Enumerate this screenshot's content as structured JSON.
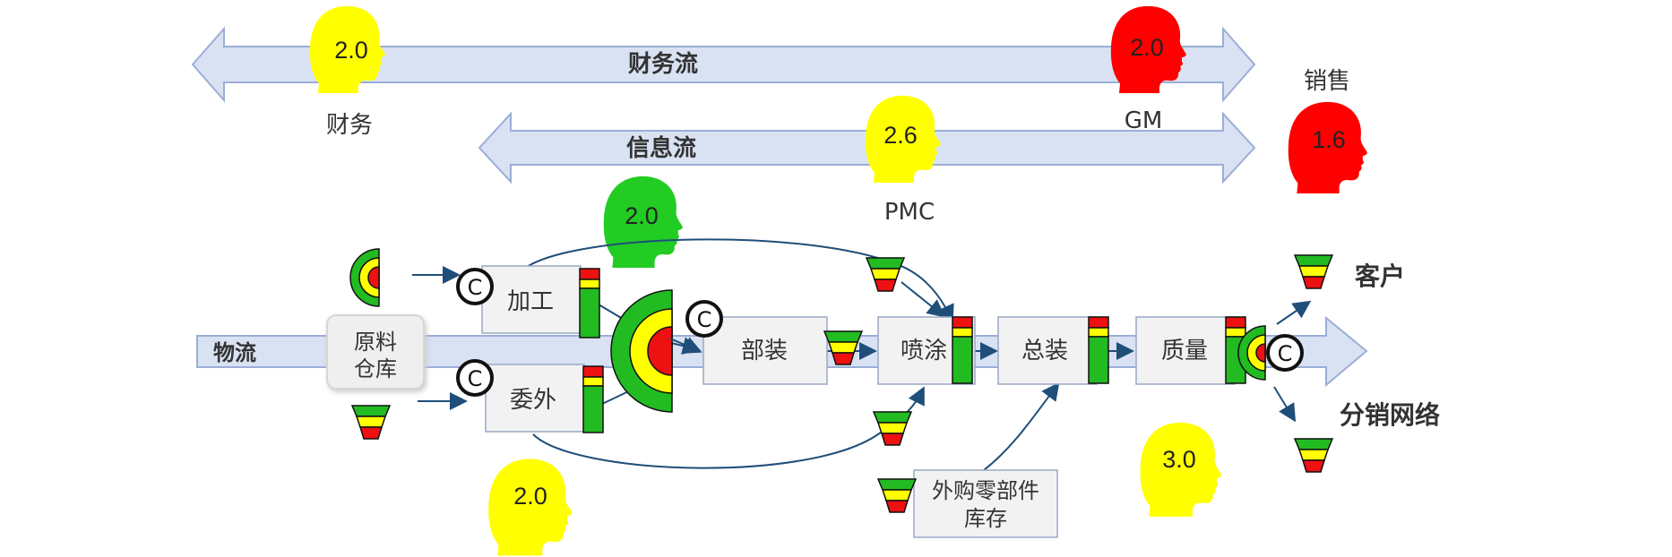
{
  "flows": {
    "finance": "财务流",
    "info": "信息流",
    "material": "物流"
  },
  "heads": [
    {
      "id": "finance",
      "score": "2.0",
      "label": "财务",
      "color": "#ffff00"
    },
    {
      "id": "gm",
      "score": "2.0",
      "label": "GM",
      "color": "#ff0000"
    },
    {
      "id": "sales",
      "score": "1.6",
      "label": "销售",
      "color": "#ff0000"
    },
    {
      "id": "pmc",
      "score": "2.6",
      "label": "PMC",
      "color": "#ffff00"
    },
    {
      "id": "machining",
      "score": "2.0",
      "label": "",
      "color": "#22cc22"
    },
    {
      "id": "outsource",
      "score": "2.0",
      "label": "",
      "color": "#ffff00"
    },
    {
      "id": "quality",
      "score": "3.0",
      "label": "",
      "color": "#ffff00"
    }
  ],
  "process": {
    "raw_warehouse": "原料\n仓库",
    "raw_line1": "原料",
    "raw_line2": "仓库",
    "machining": "加工",
    "outsource": "委外",
    "subassembly": "部装",
    "painting": "喷涂",
    "final_assembly": "总装",
    "quality": "质量",
    "purchased_line1": "外购零部件",
    "purchased_line2": "库存"
  },
  "outputs": {
    "customer": "客户",
    "distribution": "分销网络"
  },
  "symbols": {
    "control": "C"
  },
  "colors": {
    "band_fill": "#d9e2f3",
    "band_stroke": "#9aaed6",
    "green": "#22bb22",
    "yellow": "#ffff00",
    "red": "#ee1111",
    "arrow": "#1f4e79"
  }
}
